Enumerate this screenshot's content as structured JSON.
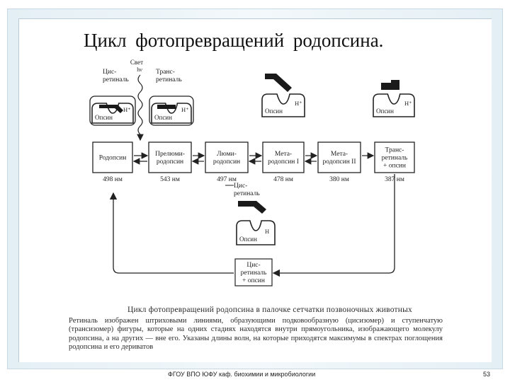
{
  "slide": {
    "title": "Цикл   фотопревращений   родопсина.",
    "footer": "ФГОУ ВПО ЮФУ каф. биохимии и микробиологии",
    "page_number": "53"
  },
  "top_row": {
    "light_label": "Свет",
    "light_sub": "hν",
    "states": [
      {
        "heading": [
          "Цис-",
          "ретиналь"
        ],
        "opsin": "Опсин",
        "proton": "H⁺"
      },
      {
        "heading": [
          "Транс-",
          "ретиналь"
        ],
        "opsin": "Опсин",
        "proton": "H⁺"
      },
      {
        "heading": [],
        "opsin": "Опсин",
        "proton": "H⁺"
      },
      {
        "heading": [],
        "opsin": "Опсин",
        "proton": "H⁺"
      }
    ]
  },
  "intermediates": [
    {
      "label": [
        "Родопсин"
      ],
      "wavelength": "498 нм"
    },
    {
      "label": [
        "Прелюми-",
        "родопсин"
      ],
      "wavelength": "543 нм"
    },
    {
      "label": [
        "Люми-",
        "родопсин"
      ],
      "wavelength": "497 нм"
    },
    {
      "label": [
        "Мета-",
        "родопсин I"
      ],
      "wavelength": "478 нм"
    },
    {
      "label": [
        "Мета-",
        "родопсин II"
      ],
      "wavelength": "380 нм"
    },
    {
      "label": [
        "Транс-",
        "ретиналь",
        "+ опсин"
      ],
      "wavelength": "387 нм"
    }
  ],
  "lower": {
    "heading": [
      "Цис-",
      "ретиналь"
    ],
    "opsin": "Опсин",
    "proton": "H",
    "bottom_box": [
      "Цис-",
      "ретиналь",
      "+ опсин"
    ]
  },
  "caption": {
    "title": "Цикл фотопревращений родопсина в палочке сетчатки позвоночных животных",
    "body": "Ретиналь изображен штриховыми линиями, образующими подковообразную (цисизомер) и ступенчатую (трансизомер) фигуры, которые на одних стадиях находятся внутри прямоугольника, изображающего молекулу родопсина, а на других — вне его. Указаны длины волн, на которые приходятся максимумы в спектрах поглощения родопсина и его дериватов"
  },
  "colors": {
    "frame": "#e4eff5",
    "ink": "#222222",
    "retinal": "#1a1a1a"
  }
}
